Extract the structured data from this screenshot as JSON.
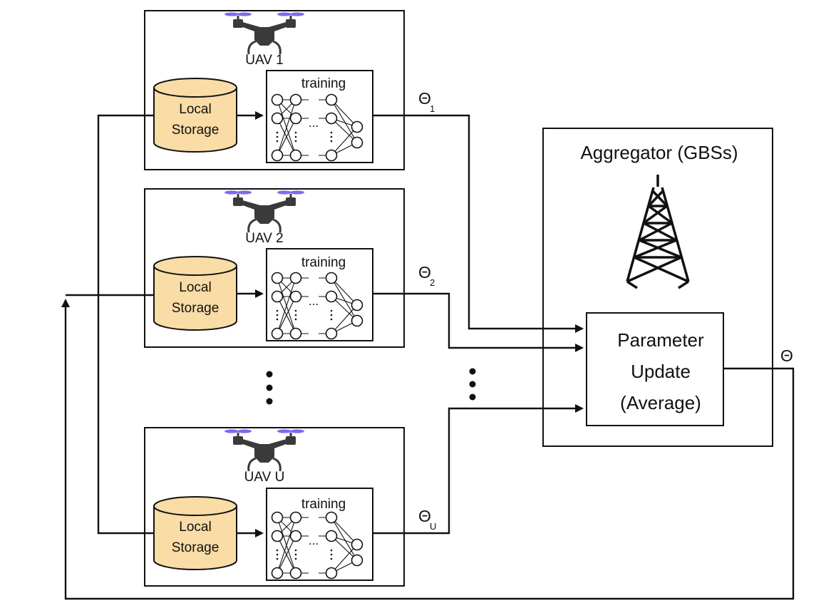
{
  "uavs": [
    {
      "label": "UAV 1",
      "storage_line1": "Local",
      "storage_line2": "Storage",
      "training": "training",
      "ellipsis": "...",
      "param": "Θ",
      "param_sub": "1"
    },
    {
      "label": "UAV 2",
      "storage_line1": "Local",
      "storage_line2": "Storage",
      "training": "training",
      "ellipsis": "...",
      "param": "Θ",
      "param_sub": "2"
    },
    {
      "label": "UAV U",
      "storage_line1": "Local",
      "storage_line2": "Storage",
      "training": "training",
      "ellipsis": "...",
      "param": "Θ",
      "param_sub": "U"
    }
  ],
  "aggregator": {
    "title": "Aggregator (GBSs)",
    "icon": "cell-tower-icon",
    "update_line1": "Parameter",
    "update_line2": "Update",
    "update_line3": "(Average)"
  },
  "global_param": "Θ",
  "uav_icon": "drone-icon",
  "colors": {
    "storage_fill": "#f9dca6",
    "propeller": "#7b6cf0",
    "drone_body": "#3a3a3a",
    "line": "#111111"
  }
}
